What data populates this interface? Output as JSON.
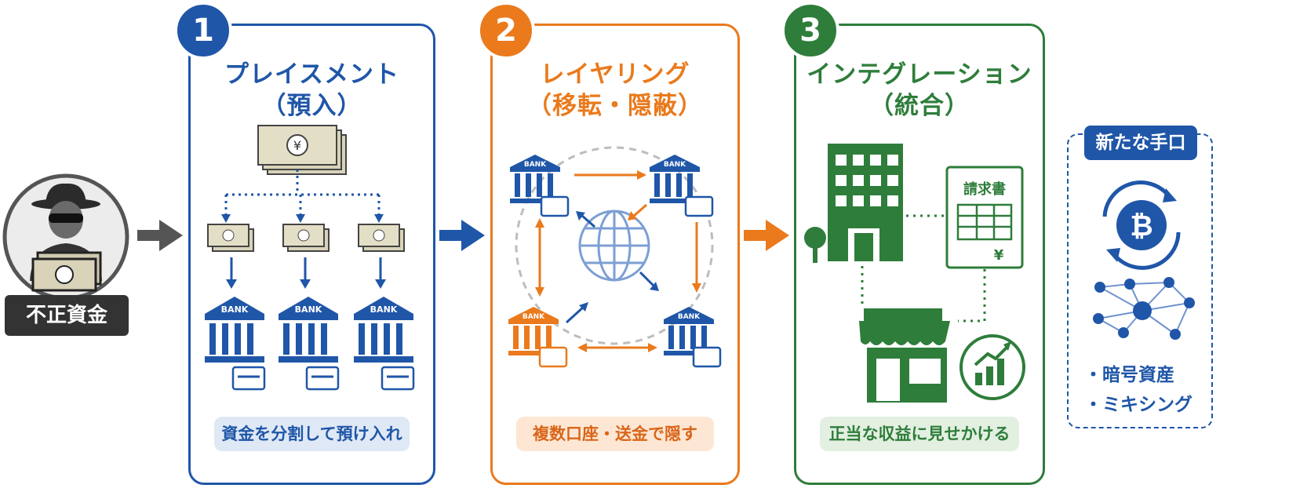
{
  "source": {
    "label": "不正資金"
  },
  "steps": [
    {
      "number": "1",
      "title_line1": "プレイスメント",
      "title_line2": "（預入）",
      "caption": "資金を分割して預け入れ",
      "color": "#1f56a8"
    },
    {
      "number": "2",
      "title_line1": "レイヤリング",
      "title_line2": "（移転・隠蔽）",
      "caption": "複数口座・送金で隠す",
      "color": "#ea7a1c"
    },
    {
      "number": "3",
      "title_line1": "インテグレーション",
      "title_line2": "（統合）",
      "caption": "正当な収益に見せかける",
      "color": "#2e7d3a"
    }
  ],
  "bank_text": "BANK",
  "currency_symbol": "¥",
  "invoice": {
    "title": "請求書",
    "symbol": "¥"
  },
  "new_methods": {
    "title": "新たな手口",
    "items": [
      "・暗号資産",
      "・ミキシング"
    ]
  },
  "colors": {
    "blue": "#1f56a8",
    "orange": "#ea7a1c",
    "green": "#2e7d3a",
    "dark": "#333333",
    "cash": "#d8d3b9"
  }
}
